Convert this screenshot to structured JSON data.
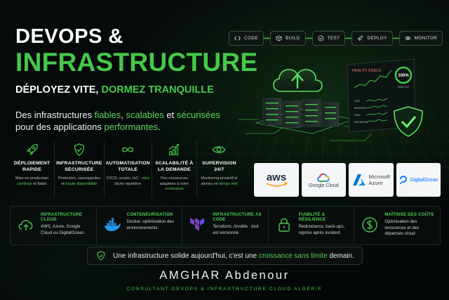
{
  "header": {
    "title_line1": "DEVOPS &",
    "title_line2": "INFRASTRUCTURE",
    "tagline_part1": "DÉPLOYEZ VITE,",
    "tagline_part2": "DORMEZ TRANQUILLE"
  },
  "description": {
    "p1": "Des infrastructures ",
    "w1": "fiables",
    "p2": ", ",
    "w2": "scalables",
    "p3": " et ",
    "w3": "sécurisées",
    "p4": " pour des applications ",
    "w4": "performantes",
    "p5": "."
  },
  "pipeline": [
    {
      "icon": "code-icon",
      "label": "CODE"
    },
    {
      "icon": "box-icon",
      "label": "BUILD"
    },
    {
      "icon": "check-circle-icon",
      "label": "TEST"
    },
    {
      "icon": "rocket-icon",
      "label": "DEPLOY"
    },
    {
      "icon": "eye-icon",
      "label": "MONITOR"
    }
  ],
  "dashboard": {
    "title": "HEALTH CHECK",
    "health_value": "100%",
    "health_label": "HEALTHY",
    "health_level": 1.0,
    "metrics": [
      "CPU",
      "MEMORY",
      "DISK",
      "NETWORK"
    ]
  },
  "features": [
    {
      "icon": "rocket-icon",
      "title": "DÉPLOIEMENT RAPIDE",
      "d1": "Mise en production ",
      "g1": "continue",
      "d2": " et fiable",
      "g2": "",
      "d3": ""
    },
    {
      "icon": "shield-check-icon",
      "title": "INFRASTRUCTURE SÉCURISÉE",
      "d1": "Protection, sauvegardes et ",
      "g1": "haute disponibilité",
      "d2": "",
      "g2": "",
      "d3": ""
    },
    {
      "icon": "infinity-icon",
      "title": "AUTOMATISATION TOTALE",
      "d1": "CI/CD, scripts, IaC : ",
      "g1": "zéro",
      "d2": " tâche répétitive",
      "g2": "",
      "d3": ""
    },
    {
      "icon": "growth-chart-icon",
      "title": "SCALABILITÉ À LA DEMANDE",
      "d1": "Des ressources adaptées à votre ",
      "g1": "croissance",
      "d2": "",
      "g2": "",
      "d3": ""
    },
    {
      "icon": "eye-icon",
      "title": "SUPERVISION 24/7",
      "d1": "Monitoring proactif et alertes en ",
      "g1": "temps réel",
      "d2": "",
      "g2": "",
      "d3": ""
    }
  ],
  "clouds": [
    {
      "name": "aws",
      "label": "aws",
      "sub": ""
    },
    {
      "name": "google-cloud",
      "label": "",
      "sub": "Google Cloud"
    },
    {
      "name": "azure",
      "label": "Microsoft",
      "sub": "Azure"
    },
    {
      "name": "digitalocean",
      "label": "",
      "sub": "DigitalOcean"
    }
  ],
  "services": [
    {
      "icon": "cloud-upload-icon",
      "title": "INFRASTRUCTURE CLOUD",
      "desc": "AWS, Azure, Google Cloud ou DigitalOcean"
    },
    {
      "icon": "docker-icon",
      "title": "CONTENEURISATION",
      "desc": "Docker, optimisation des environnements"
    },
    {
      "icon": "terraform-icon",
      "title": "INFRASTRUCTURE AS CODE",
      "desc": "Terraform, Ansible : tout est versionné"
    },
    {
      "icon": "lock-icon",
      "title": "FIABILITÉ & RÉSILIENCE",
      "desc": "Redondance, back-ups, reprise après incident"
    },
    {
      "icon": "dollar-icon",
      "title": "MAÎTRISE DES COÛTS",
      "desc": "Optimisation des ressources et des dépenses cloud"
    }
  ],
  "banner": {
    "p1": "Une infrastructure solide aujourd'hui, c'est une ",
    "g1": "croissance sans limite",
    "p2": " demain."
  },
  "footer": {
    "name": "AMGHAR Abdenour",
    "role": "CONSULTANT DEVOPS & INFRASTRUCTURE CLOUD ALGÉRIE"
  },
  "colors": {
    "accent": "#46c84a",
    "background": "#05090a",
    "alert": "#ff7a7a"
  }
}
